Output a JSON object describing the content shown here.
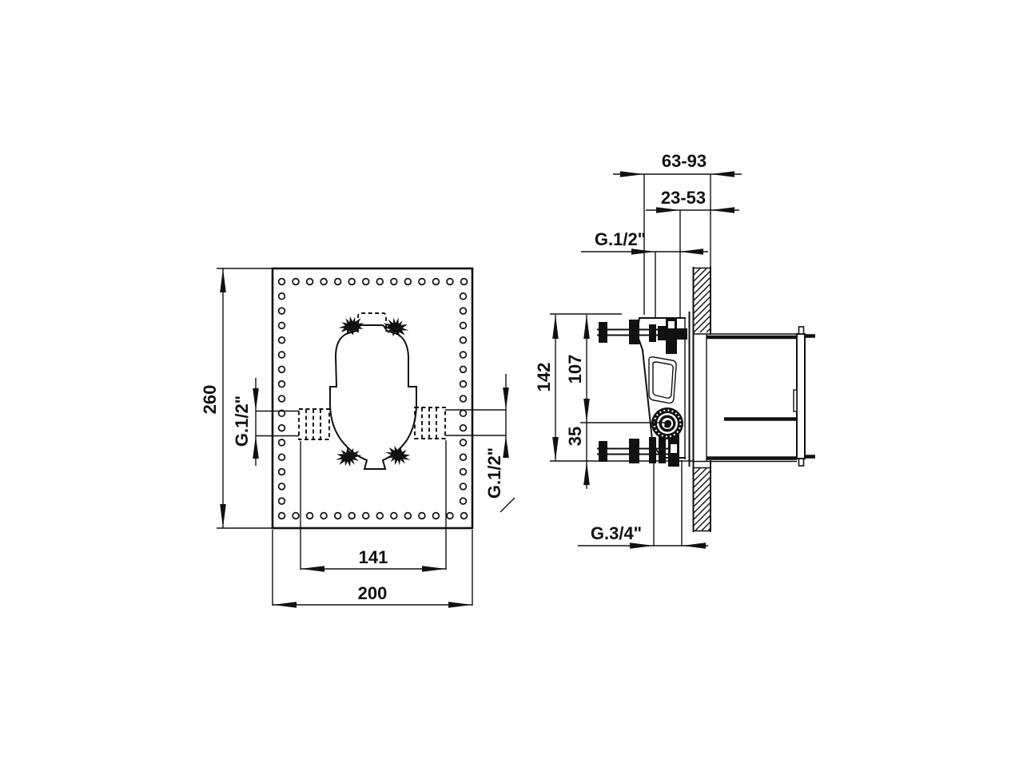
{
  "drawing": {
    "title": "concealed-valve-installation-drawing",
    "colors": {
      "line": "#111111",
      "background": "#ffffff"
    },
    "front_view": {
      "dims": {
        "height": "260",
        "width": "200",
        "port_spacing": "141",
        "left_port_thread": "G.1/2\"",
        "right_port_thread": "G.1/2\""
      }
    },
    "side_view": {
      "dims": {
        "depth_range": "63-93",
        "trim_range": "23-53",
        "top_outlet_thread": "G.1/2\"",
        "overall_height": "142",
        "upper_span": "107",
        "lower_span": "35",
        "bottom_outlet_thread": "G.3/4\""
      }
    }
  }
}
